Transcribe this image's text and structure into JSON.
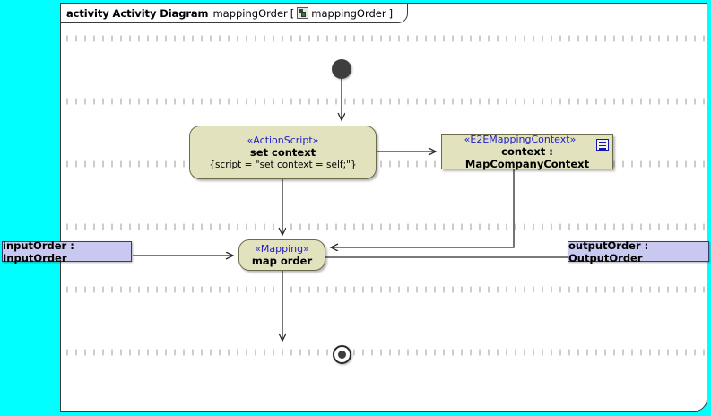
{
  "canvas": {
    "background_color": "#00FFFF",
    "frame_background": "#FFFFFF",
    "frame_border_color": "#3A3A3A"
  },
  "frame": {
    "keyword": "activity Activity Diagram",
    "name": "mappingOrder",
    "bracket_open": "[",
    "bracket_close": "]",
    "badge_icon": "activity-diagram-icon",
    "badge_label": "mappingOrder"
  },
  "nodes": {
    "initial": {
      "name": "initial-node",
      "icon": "filled-circle-icon"
    },
    "final": {
      "name": "final-node",
      "icon": "bullseye-circle-icon"
    },
    "set_context": {
      "stereotype": "«ActionScript»",
      "name": "set context",
      "script": "{script = \"set context = self;\"}",
      "fill_color": "#E2E2BF",
      "border_color": "#6B6B4B",
      "stereotype_color": "#2020C8"
    },
    "map_order": {
      "stereotype": "«Mapping»",
      "name": "map order",
      "fill_color": "#E2E2BF",
      "border_color": "#6B6B4B",
      "stereotype_color": "#2020C8"
    },
    "context_object": {
      "stereotype": "«E2EMappingContext»",
      "name": "context : MapCompanyContext",
      "icon": "note-list-icon",
      "fill_color": "#E2E2BF",
      "border_color": "#6B6B4B",
      "stereotype_color": "#2020C8"
    }
  },
  "pins": {
    "input": {
      "label": "inputOrder : InputOrder",
      "fill_color": "#C8C8F0",
      "border_color": "#3A3A6A"
    },
    "output": {
      "label": "outputOrder : OutputOrder",
      "fill_color": "#C8C8F0",
      "border_color": "#3A3A6A"
    }
  },
  "edges": [
    {
      "name": "edge-initial-to-set-context",
      "from": "initial",
      "to": "set_context",
      "arrow": "down"
    },
    {
      "name": "edge-set-context-to-map-order",
      "from": "set_context",
      "to": "map_order",
      "arrow": "down"
    },
    {
      "name": "edge-set-context-to-context-object",
      "from": "set_context",
      "to": "context_object",
      "arrow": "right"
    },
    {
      "name": "edge-context-object-to-map-order",
      "from": "context_object",
      "to": "map_order",
      "arrow": "left"
    },
    {
      "name": "edge-input-order-to-map-order",
      "from": "input_pin",
      "to": "map_order",
      "arrow": "right"
    },
    {
      "name": "edge-map-order-to-output-order",
      "from": "map_order",
      "to": "output_pin",
      "arrow": "right"
    },
    {
      "name": "edge-map-order-to-final",
      "from": "map_order",
      "to": "final",
      "arrow": "down"
    }
  ]
}
